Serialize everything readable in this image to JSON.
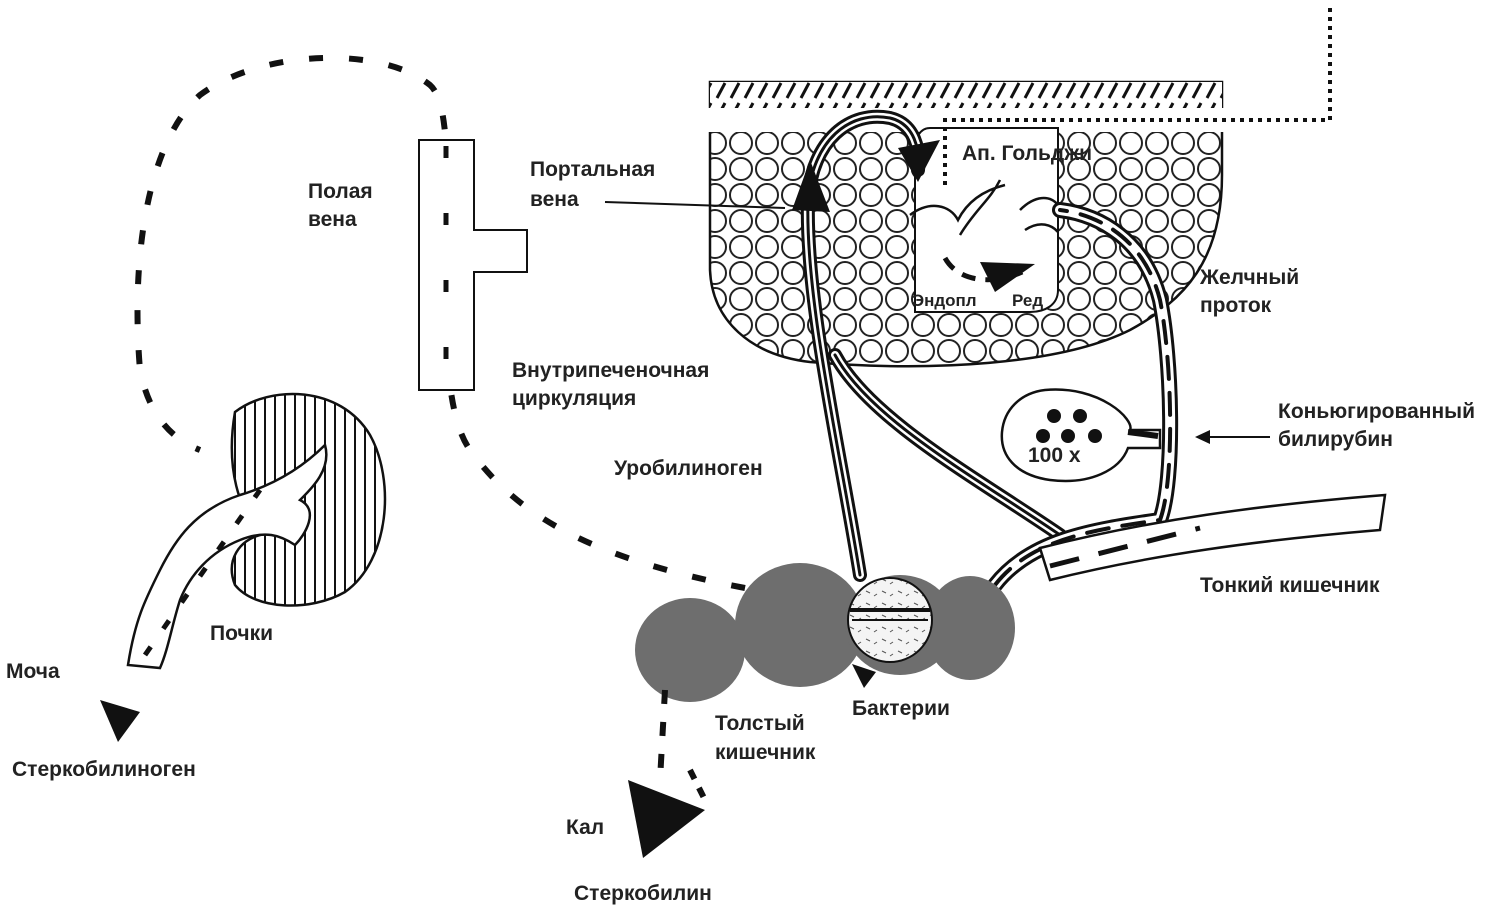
{
  "labels": {
    "vena_cava_1": "Полая",
    "vena_cava_2": "вена",
    "portal_1": "Портальная",
    "portal_2": "вена",
    "golgi": "Ап. Гольджи",
    "er_left": "Эндопл",
    "er_right": "Ред",
    "bile_duct_1": "Желчный",
    "bile_duct_2": "проток",
    "intrahepatic_1": "Внутрипеченочная",
    "intrahepatic_2": "циркуляция",
    "conjugated_1": "Коньюгированный",
    "conjugated_2": "билирубин",
    "urobilinogen": "Уробилиноген",
    "gallbladder_conc": "100 x",
    "small_intestine": "Тонкий кишечник",
    "kidneys": "Почки",
    "urine": "Моча",
    "stercobilinogen": "Стеркобилиноген",
    "large_intestine_1": "Толстый",
    "large_intestine_2": "кишечник",
    "bacteria": "Бактерии",
    "feces": "Кал",
    "stercobilin": "Стеркобилин"
  },
  "colors": {
    "ink": "#111111",
    "colon": "#6e6e6e",
    "background": "#ffffff"
  }
}
